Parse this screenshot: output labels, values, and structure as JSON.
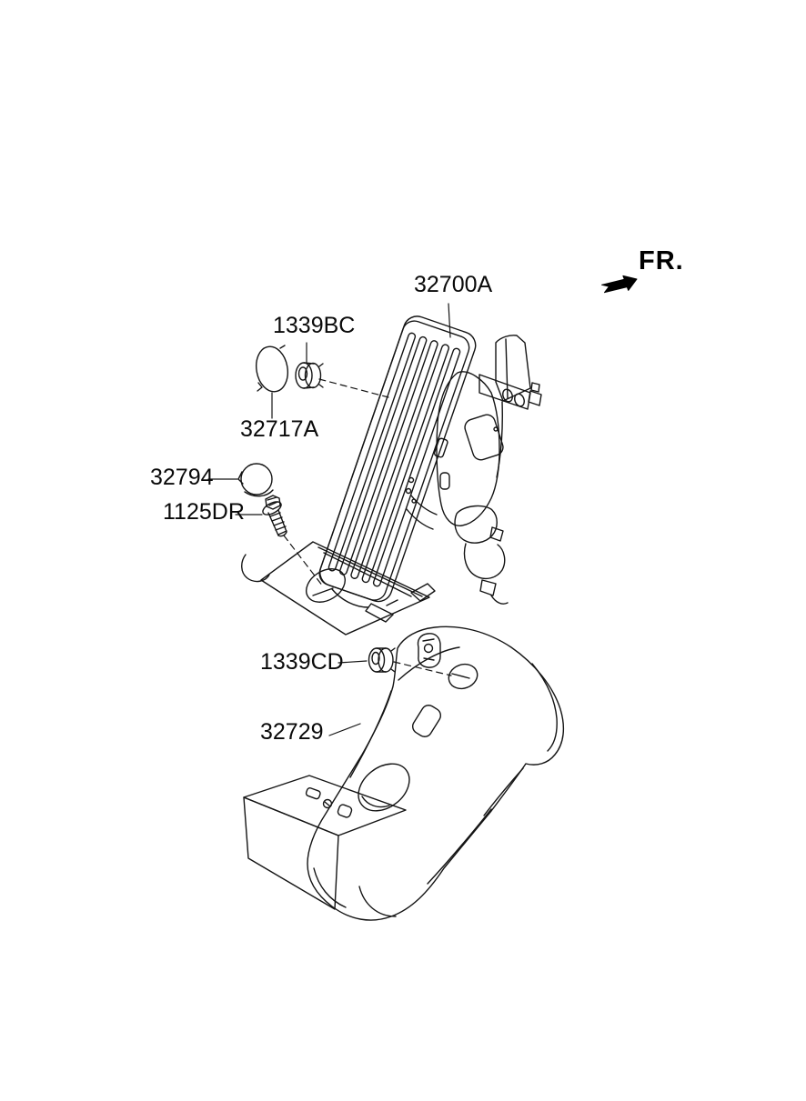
{
  "diagram": {
    "background": "#ffffff",
    "line_color": "#141414",
    "direction_indicator": {
      "label": "FR."
    },
    "parts": [
      {
        "label": "32700A"
      },
      {
        "label": "1339BC"
      },
      {
        "label": "32717A"
      },
      {
        "label": "32794"
      },
      {
        "label": "1125DR"
      },
      {
        "label": "1339CD"
      },
      {
        "label": "32729"
      }
    ]
  }
}
